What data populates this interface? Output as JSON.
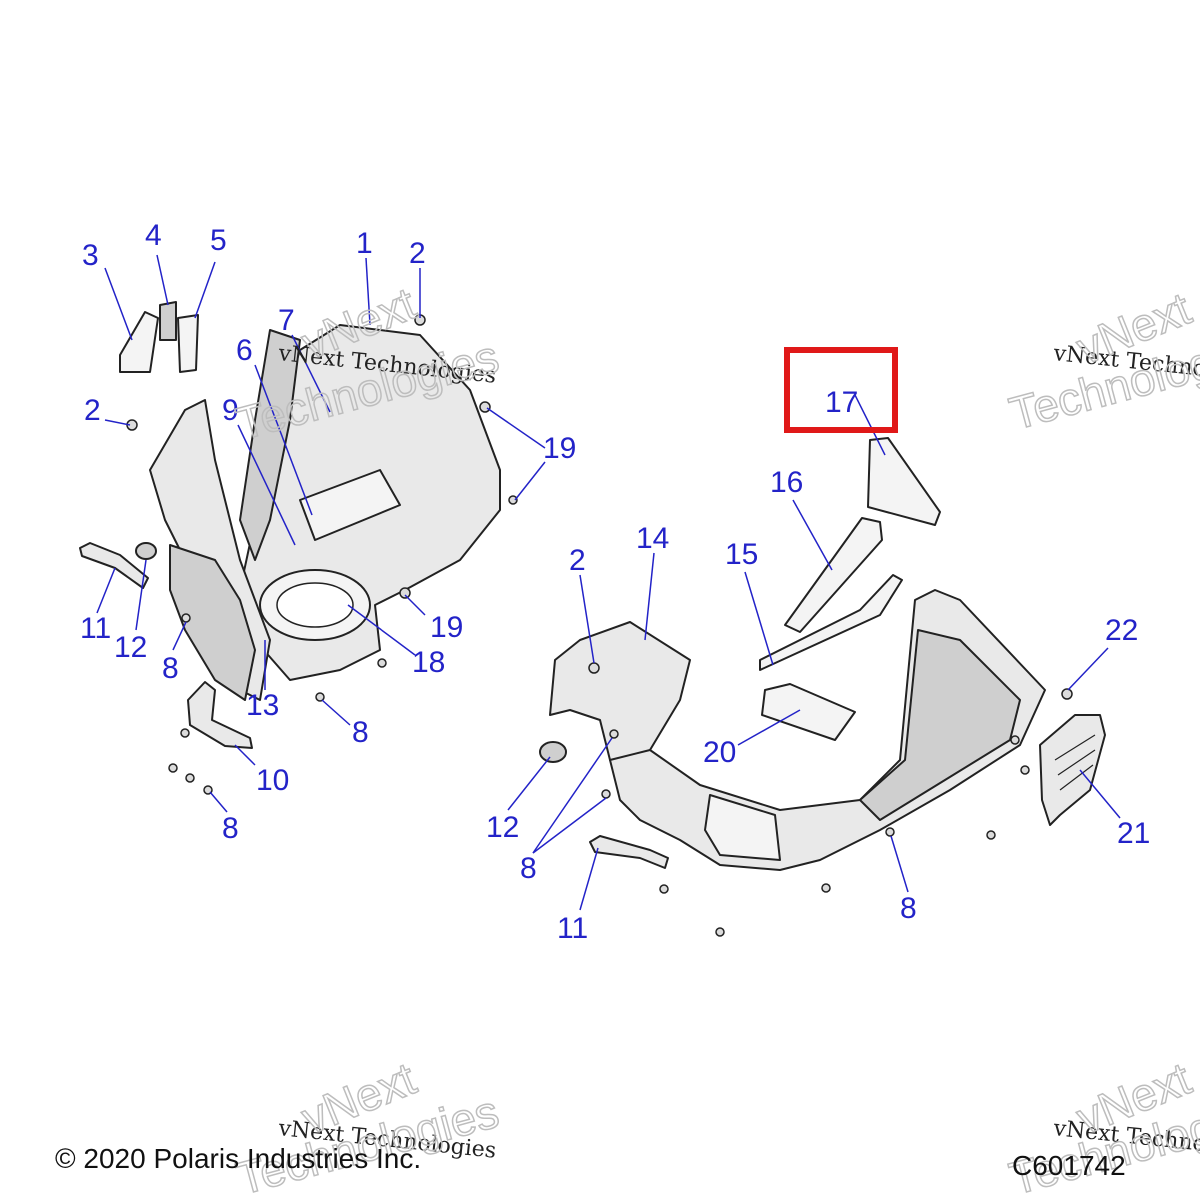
{
  "footer": {
    "copyright": "© 2020 Polaris Industries Inc.",
    "diagram_code": "C601742"
  },
  "watermark": {
    "line": "vNext Technologies",
    "word1": "vNext",
    "word2": "Technologies"
  },
  "highlighted_part": "17",
  "callouts": {
    "c1": "1",
    "c2a": "2",
    "c2b": "2",
    "c2c": "2",
    "c3": "3",
    "c4": "4",
    "c5": "5",
    "c6": "6",
    "c7": "7",
    "c8a": "8",
    "c8b": "8",
    "c8c": "8",
    "c8d": "8",
    "c8e": "8",
    "c9": "9",
    "c10": "10",
    "c11a": "11",
    "c11b": "11",
    "c12a": "12",
    "c12b": "12",
    "c13": "13",
    "c14": "14",
    "c15": "15",
    "c16": "16",
    "c17": "17",
    "c18": "18",
    "c19a": "19",
    "c19b": "19",
    "c20": "20",
    "c21": "21",
    "c22": "22"
  },
  "colors": {
    "callout": "#2323c8",
    "highlight": "#e01818"
  }
}
